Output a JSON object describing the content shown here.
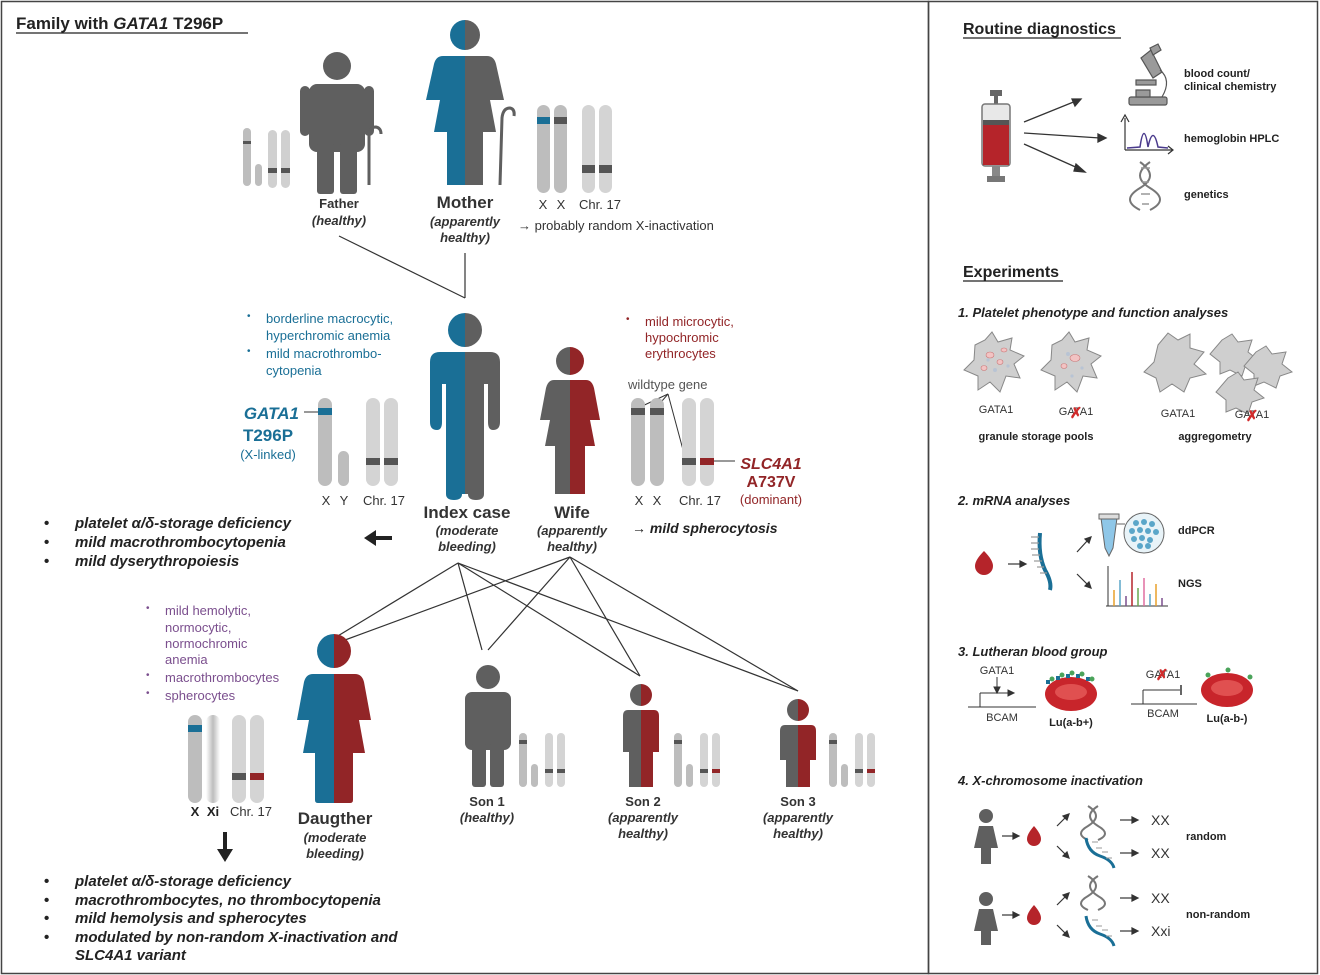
{
  "title": {
    "prefix": "Family with ",
    "gene": "GATA1",
    "variant": " T296P"
  },
  "father": {
    "name": "Father",
    "status": "(healthy)"
  },
  "mother": {
    "name": "Mother",
    "status1": "(apparently",
    "status2": "healthy)",
    "chrom_x1": "X",
    "chrom_x2": "X",
    "chrom_17": "Chr. 17",
    "xinact_note": "→ probably random X-inactivation"
  },
  "index": {
    "name": "Index case",
    "status1": "(moderate",
    "status2": "bleeding)",
    "bullet1a": "borderline macrocytic,",
    "bullet1b": "hyperchromic anemia",
    "bullet2a": "mild macrothrombo-",
    "bullet2b": "cytopenia",
    "gene": "GATA1",
    "variant": "T296P",
    "inherit": "(X-linked)",
    "chrom_x": "X",
    "chrom_y": "Y",
    "chrom_17": "Chr. 17",
    "findings": [
      "platelet α/δ-storage deficiency",
      "mild macrothrombocytopenia",
      "mild dyserythropoiesis"
    ]
  },
  "wife": {
    "name": "Wife",
    "status1": "(apparently",
    "status2": "healthy)",
    "bullet1a": "mild microcytic,",
    "bullet1b": "hypochromic",
    "bullet1c": "erythrocytes",
    "wildtype": "wildtype gene",
    "gene": "SLC4A1",
    "variant": "A737V",
    "inherit": "(dominant)",
    "chrom_x1": "X",
    "chrom_x2": "X",
    "chrom_17": "Chr. 17",
    "finding": "→ mild spherocytosis"
  },
  "daughter": {
    "name": "Daugther",
    "status1": "(moderate",
    "status2": "bleeding)",
    "bullet1a": "mild hemolytic,",
    "bullet1b": "normocytic,",
    "bullet1c": "normochromic",
    "bullet1d": "anemia",
    "bullet2": "macrothrombocytes",
    "bullet3": "spherocytes",
    "chrom_x": "X",
    "chrom_xi": "Xi",
    "chrom_17": "Chr. 17",
    "findings": [
      "platelet α/δ-storage deficiency",
      "macrothrombocytes, no thrombocytopenia",
      "mild hemolysis and spherocytes",
      "modulated by non-random X-inactivation and",
      "SLC4A1 variant"
    ]
  },
  "sons": [
    {
      "name": "Son 1",
      "status1": "(healthy)",
      "status2": ""
    },
    {
      "name": "Son 2",
      "status1": "(apparently",
      "status2": "healthy)"
    },
    {
      "name": "Son 3",
      "status1": "(apparently",
      "status2": "healthy)"
    }
  ],
  "right": {
    "routine_title": "Routine diagnostics",
    "routine_items": [
      "blood count/",
      "clinical chemistry",
      "hemoglobin HPLC",
      "genetics"
    ],
    "experiments_title": "Experiments",
    "exp1_title": "1. Platelet phenotype and function analyses",
    "exp1_labels": [
      "GATA1",
      "GATA1",
      "GATA1",
      "GATA1"
    ],
    "exp1_sub": [
      "granule storage pools",
      "aggregometry"
    ],
    "exp2_title": "2. mRNA analyses",
    "exp2_labels": [
      "ddPCR",
      "NGS"
    ],
    "exp3_title": "3. Lutheran blood group",
    "exp3_labels": [
      "GATA1",
      "BCAM",
      "Lu(a-b+)",
      "GATA1",
      "BCAM",
      "Lu(a-b-)"
    ],
    "exp4_title": "4. X-chromosome inactivation",
    "exp4_labels": [
      "XX",
      "XX",
      "random",
      "XX",
      "Xxi",
      "non-random"
    ]
  },
  "colors": {
    "gata1_blue": "#1a6f96",
    "slc4a1_red": "#922527",
    "grey": "#5f5f5f",
    "purple": "#7b4f8e",
    "chrom_light": "#c8c8c8",
    "chrom_band": "#555555"
  }
}
